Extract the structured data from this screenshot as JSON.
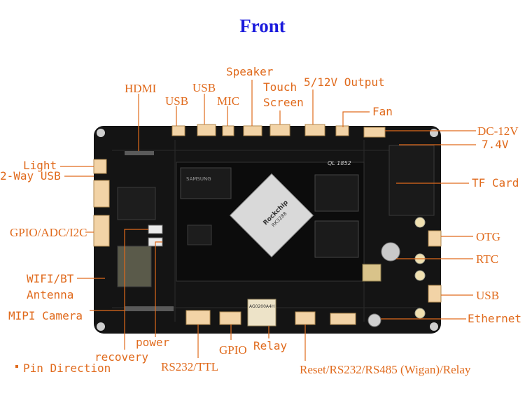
{
  "title": "Front",
  "labels": {
    "hdmi": "HDMI",
    "usb_top": "USB",
    "usb_top2": "USB",
    "mic": "MIC",
    "speaker": "Speaker",
    "touch_screen_1": "Touch",
    "touch_screen_2": "Screen",
    "output": "5/12V Output",
    "fan": "Fan",
    "dc12v": "DC-12V",
    "v74": "7.4V",
    "light": "Light",
    "two_way_usb": "2-Way USB",
    "gpio_adc_i2c": "GPIO/ADC/I2C",
    "wifi_bt_1": "WIFI/BT",
    "wifi_bt_2": "Antenna",
    "mipi_camera": "MIPI Camera",
    "tf_card": "TF Card",
    "otg": "OTG",
    "rtc": "RTC",
    "usb_right": "USB",
    "ethernet": "Ethernet",
    "power": "power",
    "recovery": "recovery",
    "gpio_bottom": "GPIO",
    "relay": "Relay",
    "rs232_ttl": "RS232/TTL",
    "reset_rs": "Reset/RS232/RS485 (Wigan)/Relay",
    "pin_direction": "Pin Direction"
  },
  "board": {
    "chip_brand": "Rockchip",
    "chip_model": "RK3288",
    "board_marking": "QL 1852",
    "relay_marking": "AG0200A4H",
    "ram_marking": "SAMSUNG"
  },
  "colors": {
    "title": "#1a1adc",
    "label": "#e06a1c",
    "pcb": "#111111",
    "connector": "#f2d3a6"
  }
}
